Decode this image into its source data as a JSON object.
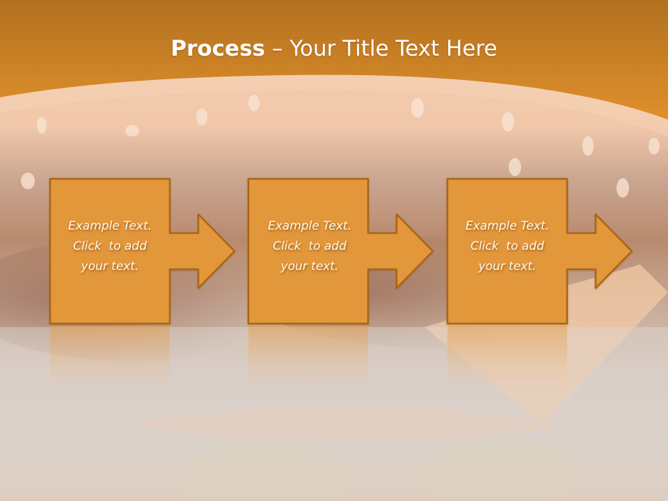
{
  "slide": {
    "title": {
      "bold": "Process",
      "separator": " – ",
      "rest": "Your Title Text Here"
    },
    "steps": [
      {
        "line1": "Example Text.",
        "line2": "Click  to add",
        "line3": "your text."
      },
      {
        "line1": "Example Text.",
        "line2": "Click  to add",
        "line3": "your text."
      },
      {
        "line1": "Example Text.",
        "line2": "Click  to add",
        "line3": "your text."
      }
    ],
    "colors": {
      "header_top": "#b2701f",
      "header_bottom": "#de8f2c",
      "step_fill": "#e3973a",
      "step_border": "#a86619",
      "text": "#fff8ea"
    }
  }
}
